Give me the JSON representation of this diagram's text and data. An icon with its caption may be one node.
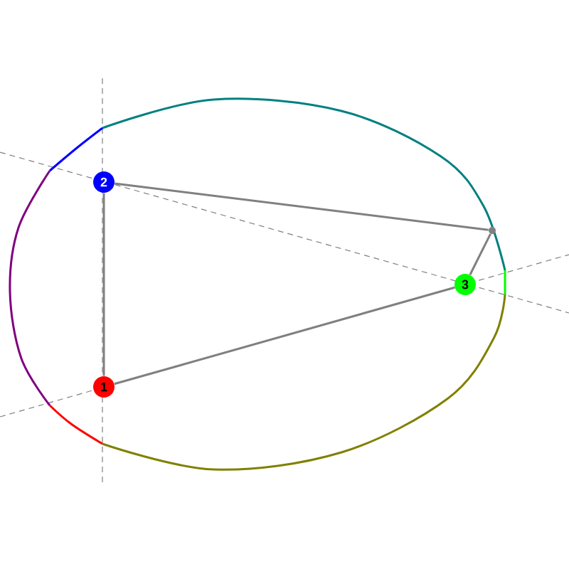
{
  "diagram": {
    "nodes": [
      {
        "text": [
          "1"
        ]
      },
      {
        "text": [
          "2"
        ]
      },
      {
        "text": [
          "3"
        ]
      },
      {
        "text": [],
        "shape": "circle"
      }
    ],
    "edges": [
      {
        "from": 0,
        "to": 1,
        "arrow": "none"
      },
      {
        "from": 1,
        "to": 3,
        "arrow": "none"
      },
      {
        "from": 3,
        "to": 2,
        "arrow": "none"
      },
      {
        "from": 2,
        "to": 0,
        "arrow": "none"
      }
    ]
  }
}
